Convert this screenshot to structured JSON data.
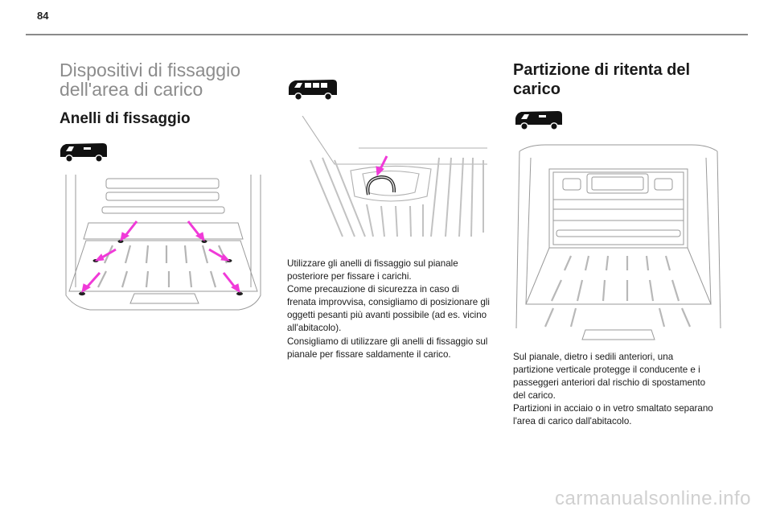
{
  "page": {
    "number": "84"
  },
  "left": {
    "section_title_line1": "Dispositivi di fissaggio",
    "section_title_line2": "dell'area di carico",
    "subtitle": "Anelli di fissaggio"
  },
  "middle": {
    "paragraph_lines": [
      "Utilizzare gli anelli di fissaggio sul pianale",
      "posteriore per fissare i carichi.",
      "Come precauzione di sicurezza in caso di",
      "frenata improvvisa, consigliamo di posizionare gli",
      "oggetti pesanti più avanti possibile (ad es. vicino",
      "all'abitacolo).",
      "Consigliamo di utilizzare gli anelli di fissaggio sul",
      "pianale per fissare saldamente il carico."
    ]
  },
  "right": {
    "title_line1": "Partizione di ritenta del",
    "title_line2": "carico",
    "paragraph_lines": [
      "Sul pianale, dietro i sedili anteriori, una",
      "partizione verticale protegge il conducente e i",
      "passeggeri anteriori dal rischio di spostamento",
      "del carico.",
      "Partizioni in acciaio o in vetro smaltato separano",
      "l'area di carico dall'abitacolo."
    ]
  },
  "watermark": "carmanualsonline.info",
  "colors": {
    "arrow": "#f03ad8",
    "rule": "#8a8a8a",
    "heading_grey": "#8c8c8c"
  }
}
